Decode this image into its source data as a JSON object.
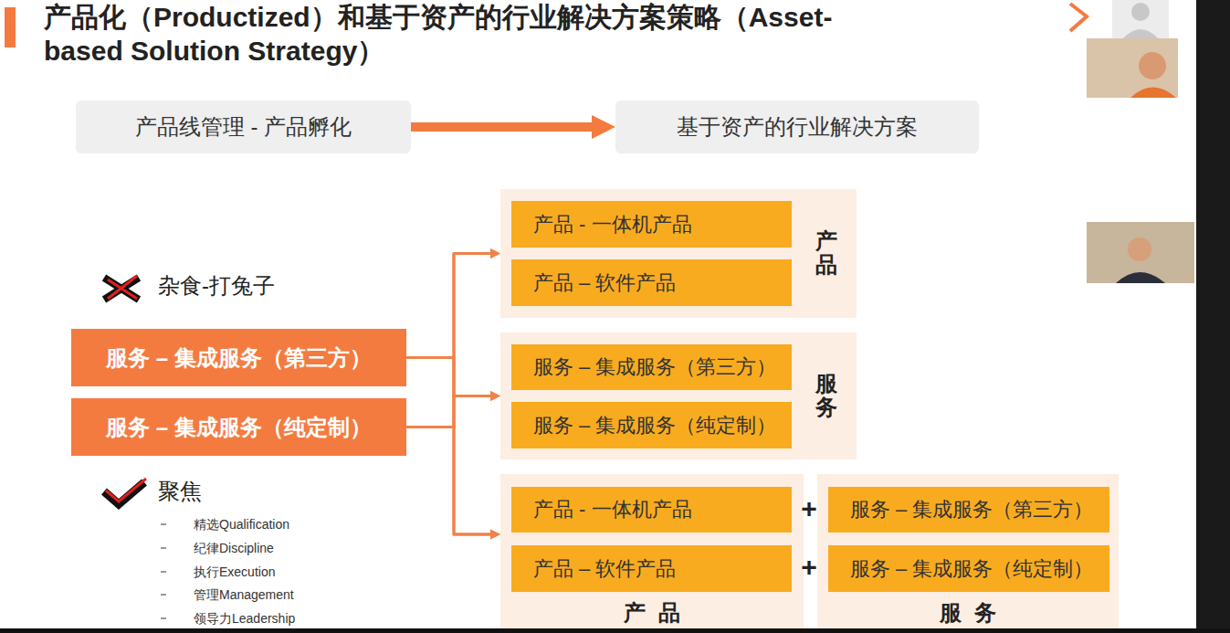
{
  "diagram": {
    "title": "产品化（Productized）和基于资产的行业解决方案策略（Asset-based Solution Strategy）",
    "nodes": [
      {
        "text": [
          "产品线管理 - 产品孵化"
        ]
      },
      {
        "text": [
          "基于资产的行业解决方案"
        ]
      },
      {
        "text": [
          "服务 – 集成服务（第三方）"
        ]
      },
      {
        "text": [
          "服务 – 集成服务（纯定制）"
        ]
      },
      {
        "text": [
          "产品"
        ]
      },
      {
        "text": [
          "产品 - 一体机产品"
        ],
        "in": 4
      },
      {
        "text": [
          "产品 – 软件产品"
        ],
        "in": 4
      },
      {
        "text": [
          "服务"
        ]
      },
      {
        "text": [
          "服务 – 集成服务（第三方）"
        ],
        "in": 7
      },
      {
        "text": [
          "服务 – 集成服务（纯定制）"
        ],
        "in": 7
      },
      {
        "text": [
          "产品"
        ]
      },
      {
        "text": [
          "产品 - 一体机产品"
        ],
        "in": 10
      },
      {
        "text": [
          "产品 – 软件产品"
        ],
        "in": 10
      },
      {
        "text": [
          "服务"
        ]
      },
      {
        "text": [
          "服务 – 集成服务（第三方）"
        ],
        "in": 13
      },
      {
        "text": [
          "服务 – 集成服务（纯定制）"
        ],
        "in": 13
      }
    ],
    "edges": [
      {
        "from": 0,
        "to": 1,
        "arrow": "to"
      },
      {
        "from": 2,
        "to": 4,
        "arrow": "to"
      },
      {
        "from": 2,
        "to": 7,
        "arrow": "to"
      },
      {
        "from": 2,
        "to": 10,
        "arrow": "to"
      },
      {
        "from": 3,
        "to": 4,
        "arrow": "to"
      },
      {
        "from": 3,
        "to": 7,
        "arrow": "to"
      },
      {
        "from": 3,
        "to": 10,
        "arrow": "to"
      }
    ],
    "labels": [
      "杂食-打兔子",
      "聚焦",
      "精选Qualification",
      "纪律Discipline",
      "执行Execution",
      "管理Management",
      "领导力Leadership",
      "+",
      "+"
    ]
  }
}
